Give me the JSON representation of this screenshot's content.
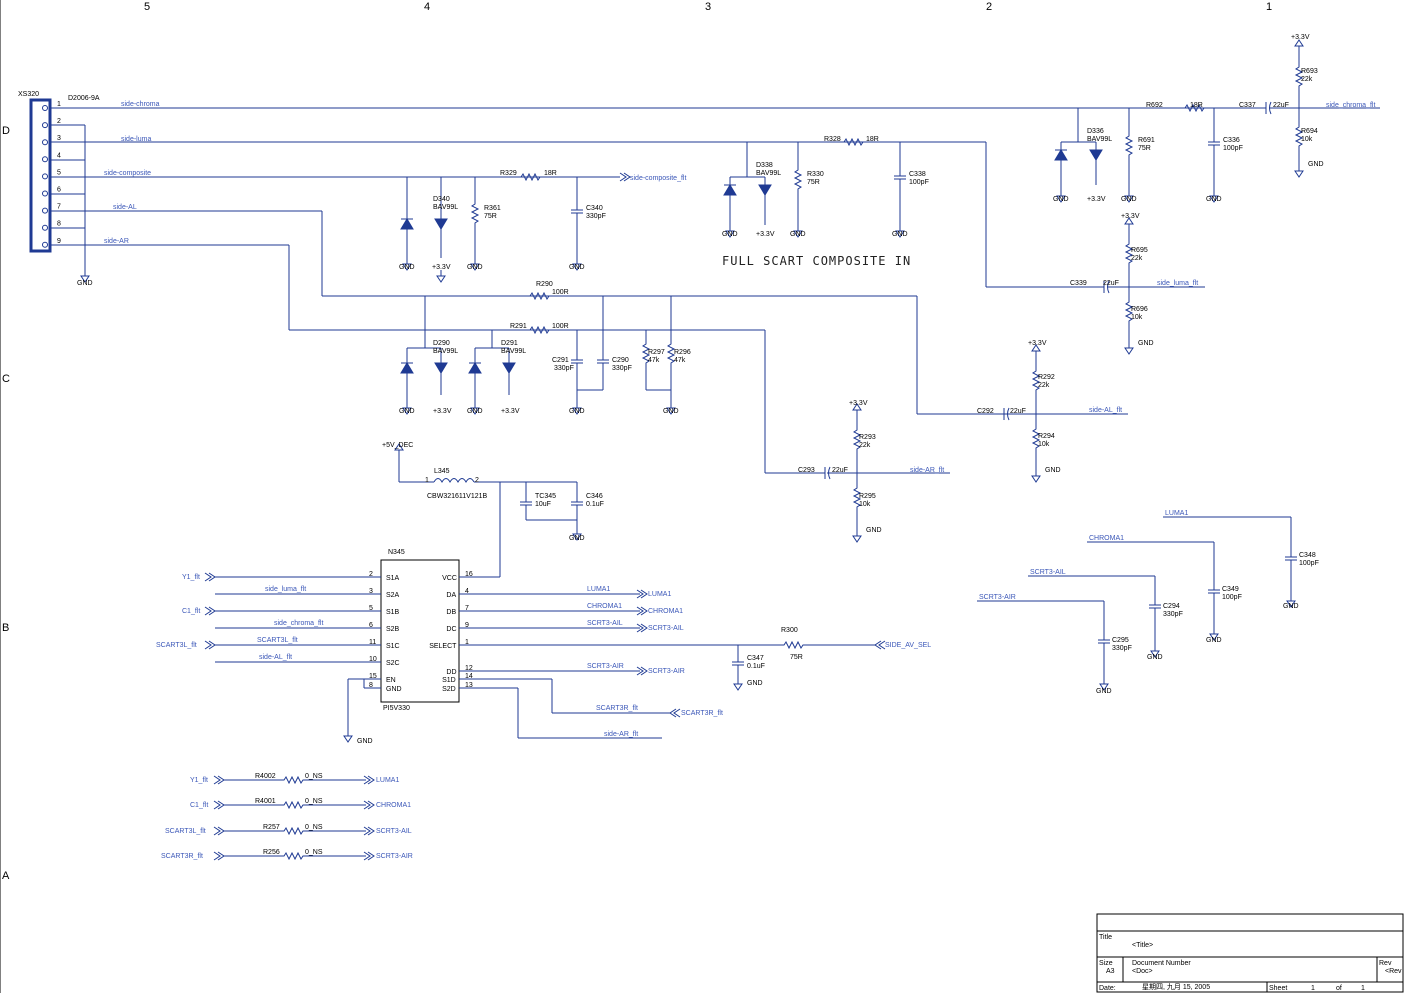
{
  "zones_top": [
    "5",
    "4",
    "3",
    "2",
    "1"
  ],
  "zones_side": [
    "D",
    "C",
    "B",
    "A"
  ],
  "connector": {
    "ref": "XS320",
    "part": "D2006-9A",
    "pins": [
      "1",
      "2",
      "3",
      "4",
      "5",
      "6",
      "7",
      "8",
      "9"
    ]
  },
  "nets": {
    "side_chroma": "side-chroma",
    "side_luma": "side-luma",
    "side_composite": "side-composite",
    "side_al": "side-AL",
    "side_ar": "side-AR",
    "side_composite_flt": "side-composite_flt",
    "side_chroma_flt": "side_chroma_flt",
    "side_luma_flt": "side_luma_flt",
    "side_al_flt": "side-AL_flt",
    "side_ar_flt": "side-AR_flt",
    "side_luma_flt2": "side_luma_flt",
    "side_chroma_flt2": "side_chroma_flt",
    "side_al_flt2": "side-AL_flt",
    "side_ar_flt2": "side-AR_flt",
    "scart3l_flt_in": "SCART3L_flt",
    "scart3r_flt": "SCART3R_flt",
    "scart3r_flt_lbl": "SCART3R_flt",
    "y1_flt": "Y1_flt",
    "c1_flt": "C1_flt",
    "scart3l_flt": "SCART3L_flt",
    "luma1_a": "LUMA1",
    "luma1_b": "LUMA1",
    "chroma1_a": "CHROMA1",
    "chroma1_b": "CHROMA1",
    "scrt3ail_a": "SCRT3-AIL",
    "scrt3ail_b": "SCRT3-AIL",
    "scrt3air_a": "SCRT3-AIR",
    "scrt3air_b": "SCRT3-AIR",
    "side_av_sel": "SIDE_AV_SEL",
    "plus5v_dec": "+5V_DEC",
    "luma1_c": "LUMA1",
    "chroma1_c": "CHROMA1",
    "scrt3ail_c": "SCRT3-AIL",
    "scrt3air_c": "SCRT3-AIR",
    "y1_flt_b": "Y1_flt",
    "c1_flt_b": "C1_flt",
    "scart3l_flt_b": "SCART3L_flt",
    "scart3r_flt_b": "SCART3R_flt",
    "luma1_d": "LUMA1",
    "chroma1_d": "CHROMA1",
    "scrt3ail_d": "SCRT3-AIL",
    "scrt3air_d": "SCRT3-AIR"
  },
  "power": {
    "gnd": "GND",
    "v33": "+3.3V"
  },
  "heading": "FULL SCART COMPOSITE IN",
  "components": {
    "r692": [
      "R692",
      "18R"
    ],
    "c337": [
      "C337",
      "22uF"
    ],
    "r693": [
      "R693",
      "22k"
    ],
    "r694": [
      "R694",
      "10k"
    ],
    "d336": [
      "D336",
      "BAV99L"
    ],
    "r691": [
      "R691",
      "75R"
    ],
    "c336": [
      "C336",
      "100pF"
    ],
    "r328": [
      "R328",
      "18R"
    ],
    "d338": [
      "D338",
      "BAV99L"
    ],
    "r330": [
      "R330",
      "75R"
    ],
    "c338": [
      "C338",
      "100pF"
    ],
    "r329": [
      "R329",
      "18R"
    ],
    "d340": [
      "D340",
      "BAV99L"
    ],
    "r361": [
      "R361",
      "75R"
    ],
    "c340": [
      "C340",
      "330pF"
    ],
    "c339": [
      "C339",
      "22uF"
    ],
    "r695": [
      "R695",
      "22k"
    ],
    "r696": [
      "R696",
      "10k"
    ],
    "r290": [
      "R290",
      "100R"
    ],
    "r291": [
      "R291",
      "100R"
    ],
    "d290": [
      "D290",
      "BAV99L"
    ],
    "d291": [
      "D291",
      "BAV99L"
    ],
    "c291": [
      "C291",
      "330pF"
    ],
    "c290": [
      "C290",
      "330pF"
    ],
    "r297": [
      "R297",
      "47k"
    ],
    "r296": [
      "R296",
      "47k"
    ],
    "c292": [
      "C292",
      "22uF"
    ],
    "r292": [
      "R292",
      "22k"
    ],
    "r294": [
      "R294",
      "10k"
    ],
    "c293": [
      "C293",
      "22uF"
    ],
    "r293": [
      "R293",
      "22k"
    ],
    "r295": [
      "R295",
      "10k"
    ],
    "l345": [
      "L345",
      "CBW321611V121B"
    ],
    "tc345": [
      "TC345",
      "10uF"
    ],
    "c346": [
      "C346",
      "0.1uF"
    ],
    "r300": [
      "R300",
      "75R"
    ],
    "c347": [
      "C347",
      "0.1uF"
    ],
    "c348": [
      "C348",
      "100pF"
    ],
    "c349": [
      "C349",
      "100pF"
    ],
    "c294": [
      "C294",
      "330pF"
    ],
    "c295": [
      "C295",
      "330pF"
    ],
    "r4002": [
      "R4002",
      "0_NS"
    ],
    "r4001": [
      "R4001",
      "0_NS"
    ],
    "r257": [
      "R257",
      "0_NS"
    ],
    "r256": [
      "R256",
      "0_NS"
    ]
  },
  "ic": {
    "ref": "N345",
    "part": "PI5V330",
    "left_pins": [
      [
        "S1A",
        "2"
      ],
      [
        "S2A",
        "3"
      ],
      [
        "S1B",
        "5"
      ],
      [
        "S2B",
        "6"
      ],
      [
        "S1C",
        "11"
      ],
      [
        "S2C",
        "10"
      ],
      [
        "EN",
        "15"
      ],
      [
        "GND",
        "8"
      ]
    ],
    "right_pins": [
      [
        "VCC",
        "16"
      ],
      [
        "DA",
        "4"
      ],
      [
        "DB",
        "7"
      ],
      [
        "DC",
        "9"
      ],
      [
        "SELECT",
        "1"
      ],
      [
        "DD",
        "12"
      ],
      [
        "S1D",
        "14"
      ],
      [
        "S2D",
        "13"
      ]
    ],
    "l_pin_nums": {
      "p1": "1",
      "p2": "2"
    }
  },
  "title_block": {
    "title_label": "Title",
    "title_value": "<Title>",
    "size_label": "Size",
    "size_value": "A3",
    "docnum_label": "Document Number",
    "docnum_value": "<Doc>",
    "rev_label": "Rev",
    "rev_value": "<Rev",
    "date_label": "Date:",
    "date_value": "星期四, 九月 15, 2005",
    "sheet_label": "Sheet",
    "sheet_value": "1",
    "of_label": "of",
    "of_value": "1"
  }
}
